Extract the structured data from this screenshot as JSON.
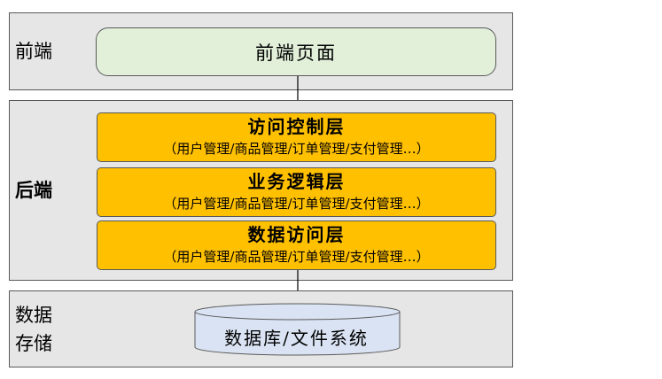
{
  "frontend": {
    "label": "前端",
    "page": "前端页面"
  },
  "backend": {
    "label": "后端",
    "layers": [
      {
        "title": "访问控制层",
        "subtitle": "（用户管理/商品管理/订单管理/支付管理…）"
      },
      {
        "title": "业务逻辑层",
        "subtitle": "（用户管理/商品管理/订单管理/支付管理…）"
      },
      {
        "title": "数据访问层",
        "subtitle": "（用户管理/商品管理/订单管理/支付管理…）"
      }
    ]
  },
  "storage": {
    "label_line1": "数据",
    "label_line2": "存储",
    "database": "数据库/文件系统"
  },
  "colors": {
    "band_fill": "#e7e6e6",
    "frontend_page_fill": "#e2f0d9",
    "layer_fill": "#ffc000",
    "database_fill": "#dae3f3",
    "border": "#595959"
  }
}
